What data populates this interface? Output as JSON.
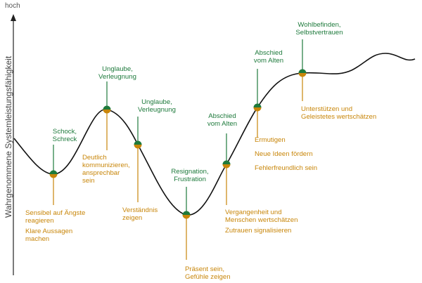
{
  "axis": {
    "top_label": "hoch",
    "y_label": "Wahrgenommene Systemleistungsfähigkeit"
  },
  "colors": {
    "curve": "#111111",
    "green": "#1e7a3c",
    "orange": "#c8860a",
    "axis": "#222222"
  },
  "phases": [
    {
      "id": "schock",
      "state": "Schock,\nSchreck",
      "actions": [
        "Sensibel auf Ängste\nreagieren",
        "Klare Aussagen\nmachen"
      ]
    },
    {
      "id": "unglaube-1",
      "state": "Unglaube,\nVerleugnung",
      "actions": [
        "Deutlich\nkommunizieren,\nansprechbar\nsein"
      ]
    },
    {
      "id": "unglaube-2",
      "state": "Unglaube,\nVerleugnung",
      "actions": [
        "Verständnis\nzeigen"
      ]
    },
    {
      "id": "resignation",
      "state": "Resignation,\nFrustration",
      "actions": [
        "Präsent sein,\nGefühle zeigen"
      ]
    },
    {
      "id": "abschied-1",
      "state": "Abschied\nvom Alten",
      "actions": [
        "Vergangenheit und\nMenschen wertschätzen",
        "Zutrauen signalisieren"
      ]
    },
    {
      "id": "abschied-2",
      "state": "Abschied\nvom Alten",
      "actions": [
        "Ermutigen",
        "Neue Ideen fördern",
        "Fehlerfreundlich sein"
      ]
    },
    {
      "id": "wohlbefinden",
      "state": "Wohlbefinden,\nSelbstvertrauen",
      "actions": [
        "Unterstützen und\nGeleistetes wertschätzen"
      ]
    }
  ]
}
